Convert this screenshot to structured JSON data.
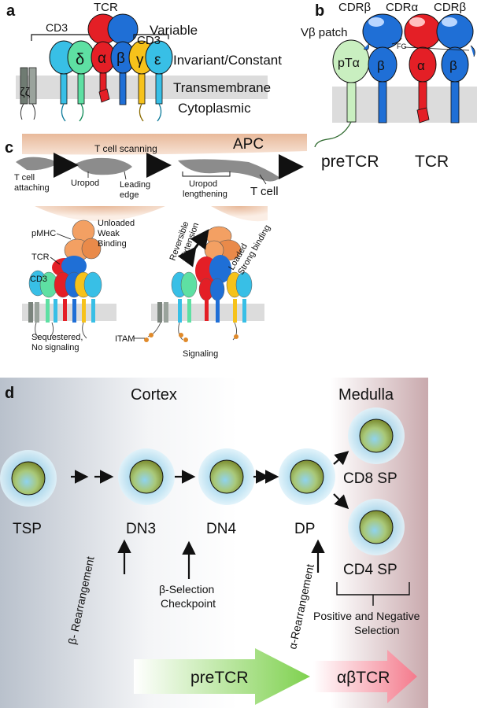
{
  "panel_a": {
    "letter": "a",
    "tcr_label": "TCR",
    "cd3_left_label": "CD3",
    "cd3_right_label": "CD3",
    "delta": "δ",
    "alpha": "α",
    "beta": "β",
    "gamma": "γ",
    "epsilon": "ε",
    "zeta": "ζζ",
    "domain_labels": [
      "Variable",
      "Invariant/Constant",
      "Transmembrane",
      "Cytoplasmic"
    ]
  },
  "panel_b": {
    "letter": "b",
    "cdr_labels": [
      "CDRβ",
      "CDRα",
      "CDRβ"
    ],
    "vbeta_patch": "Vβ patch",
    "fg": "FG",
    "pTa": "pTα",
    "beta": "β",
    "alpha": "α",
    "pretcr_label": "preTCR",
    "tcr_label": "TCR"
  },
  "panel_c": {
    "letter": "c",
    "apc_label": "APC",
    "scanning": "T cell scanning",
    "attaching": [
      "T cell",
      "attaching"
    ],
    "uropod": "Uropod",
    "leading_edge": [
      "Leading",
      "edge"
    ],
    "uropod_lengthening": [
      "Uropod",
      "lengthening"
    ],
    "t_cell": "T cell",
    "unloaded": [
      "Unloaded",
      "Weak",
      "Binding"
    ],
    "pmhc": "pMHC",
    "tcr": "TCR",
    "cd3": "CD3",
    "reversible": [
      "Reversible",
      "Extension"
    ],
    "loaded": [
      "Loaded",
      "Strong binding"
    ],
    "sequestered": [
      "Sequestered,",
      "No signaling"
    ],
    "itam": "ITAM",
    "signaling": "Signaling"
  },
  "panel_d": {
    "letter": "d",
    "cortex": "Cortex",
    "medulla": "Medulla",
    "stages": [
      "TSP",
      "DN3",
      "DN4",
      "DP",
      "CD8 SP",
      "CD4 SP"
    ],
    "beta_rearrangement": "β- Rearrangement",
    "alpha_rearrangement": "α-Rearrangement",
    "checkpoint": [
      "β-Selection",
      "Checkpoint"
    ],
    "selection": [
      "Positive and Negative",
      "Selection"
    ],
    "pretcr_arrow": "preTCR",
    "abtcr_arrow": "αβTCR"
  }
}
